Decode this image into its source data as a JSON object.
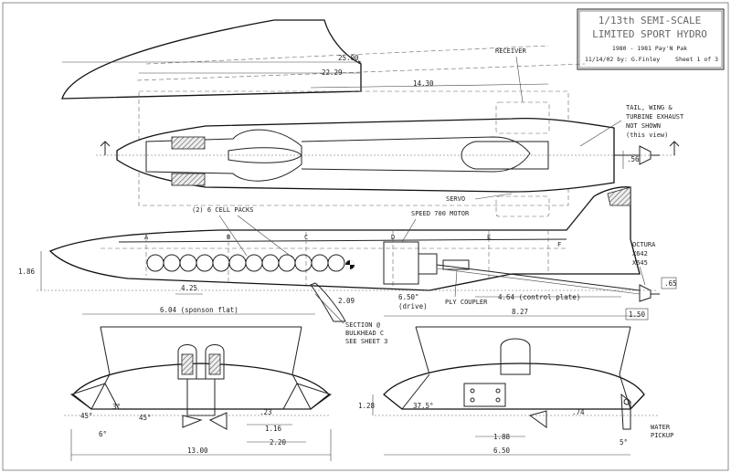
{
  "title_block": {
    "line1": "1/13th SEMI-SCALE",
    "line2": "LIMITED SPORT HYDRO",
    "line3": "1980 - 1981 Pay'N Pak",
    "line4": "11/14/02 by: G.Finley",
    "line5": "Sheet 1 of 3"
  },
  "top_view": {
    "dim_overall": "25.00",
    "dim_mid": "22.29",
    "dim_short": "14.30",
    "receiver_label": "RECEIVER",
    "note_line1": "TAIL, WING &",
    "note_line2": "TURBINE EXHAUST",
    "note_line3": "NOT SHOWN",
    "note_line4": "(this view)",
    "dim_width": ".56",
    "servo_label": "SERVO"
  },
  "side_view": {
    "cell_packs_label": "(2) 6 CELL PACKS",
    "motor_label": "SPEED 700 MOTOR",
    "stations": [
      "A",
      "B",
      "C",
      "D",
      "E",
      "F"
    ],
    "octura_label1": "OCTURA",
    "octura_label2": "X642",
    "octura_label3": "X645",
    "dim_height": "1.86",
    "dim_425": "4.25",
    "dim_209": "2.09",
    "dim_650": "6.50\"",
    "drive_label": "(drive)",
    "dim_464": "4.64 (control plate)",
    "dim_065": ".65",
    "dim_150": "1.50",
    "dim_604": "6.04 (sponson flat)",
    "coupler_label": "PLY COUPLER",
    "dim_827": "8.27",
    "section_line1": "SECTION @",
    "section_line2": "BULKHEAD C",
    "section_line3": "SEE SHEET 3"
  },
  "front_view": {
    "angle_left": "45°",
    "angle_3": "3°",
    "angle_right": "45°",
    "angle_6": "6°",
    "dim_23": ".23",
    "dim_116": "1.16",
    "dim_220": "2.20",
    "dim_1300": "13.00"
  },
  "rear_view": {
    "dim_128": "1.28",
    "angle_375": "37.5°",
    "dim_74": ".74",
    "dim_188": "1.88",
    "dim_650": "6.50",
    "water_line1": "WATER",
    "water_line2": "PICKUP",
    "angle_5": "5°"
  }
}
